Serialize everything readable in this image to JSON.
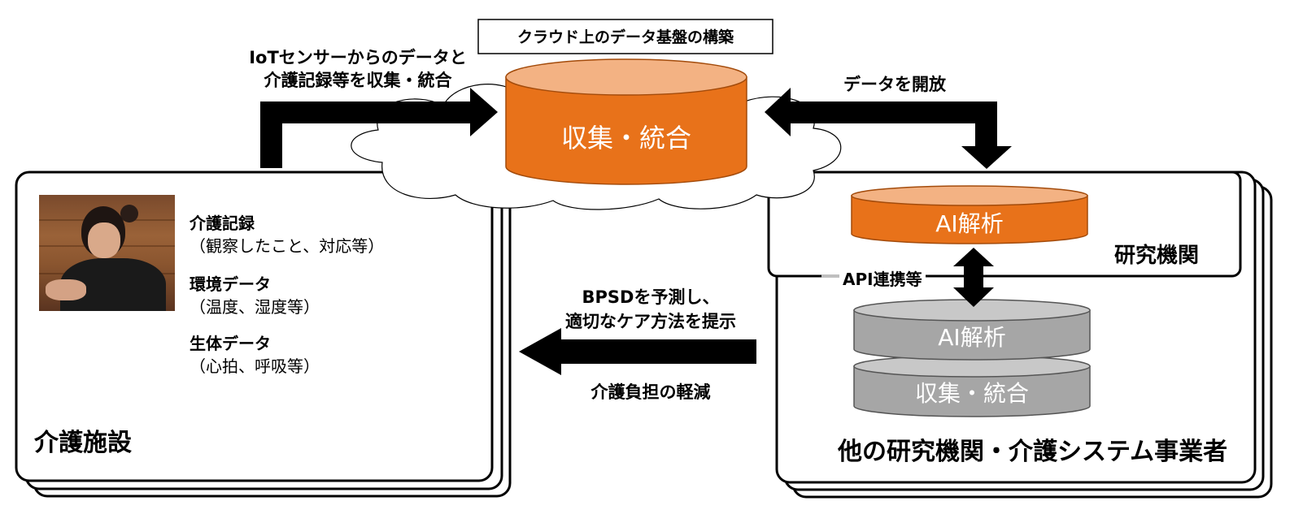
{
  "cloud": {
    "title": "クラウド上のデータ基盤の構築",
    "db_label": "収集・統合"
  },
  "arrows": {
    "collect_line1": "IoTセンサーからのデータと",
    "collect_line2": "介護記録等を収集・統合",
    "open_data": "データを開放",
    "api": "API連携等",
    "predict_line1": "BPSDを予測し、",
    "predict_line2": "適切なケア方法を提示",
    "burden": "介護負担の軽減"
  },
  "facility": {
    "title": "介護施設",
    "items": [
      {
        "heading": "介護記録",
        "detail": "（観察したこと、対応等）"
      },
      {
        "heading": "環境データ",
        "detail": "（温度、湿度等）"
      },
      {
        "heading": "生体データ",
        "detail": "（心拍、呼吸等）"
      }
    ]
  },
  "research": {
    "title": "研究機関",
    "db_label": "AI解析"
  },
  "others": {
    "title": "他の研究機関・介護システム事業者",
    "db_top": "AI解析",
    "db_bottom": "収集・統合"
  },
  "colors": {
    "orange": "#e8721a",
    "orange_top": "#f3b283",
    "gray": "#a6a6a6",
    "gray_top": "#c8c8c8"
  }
}
